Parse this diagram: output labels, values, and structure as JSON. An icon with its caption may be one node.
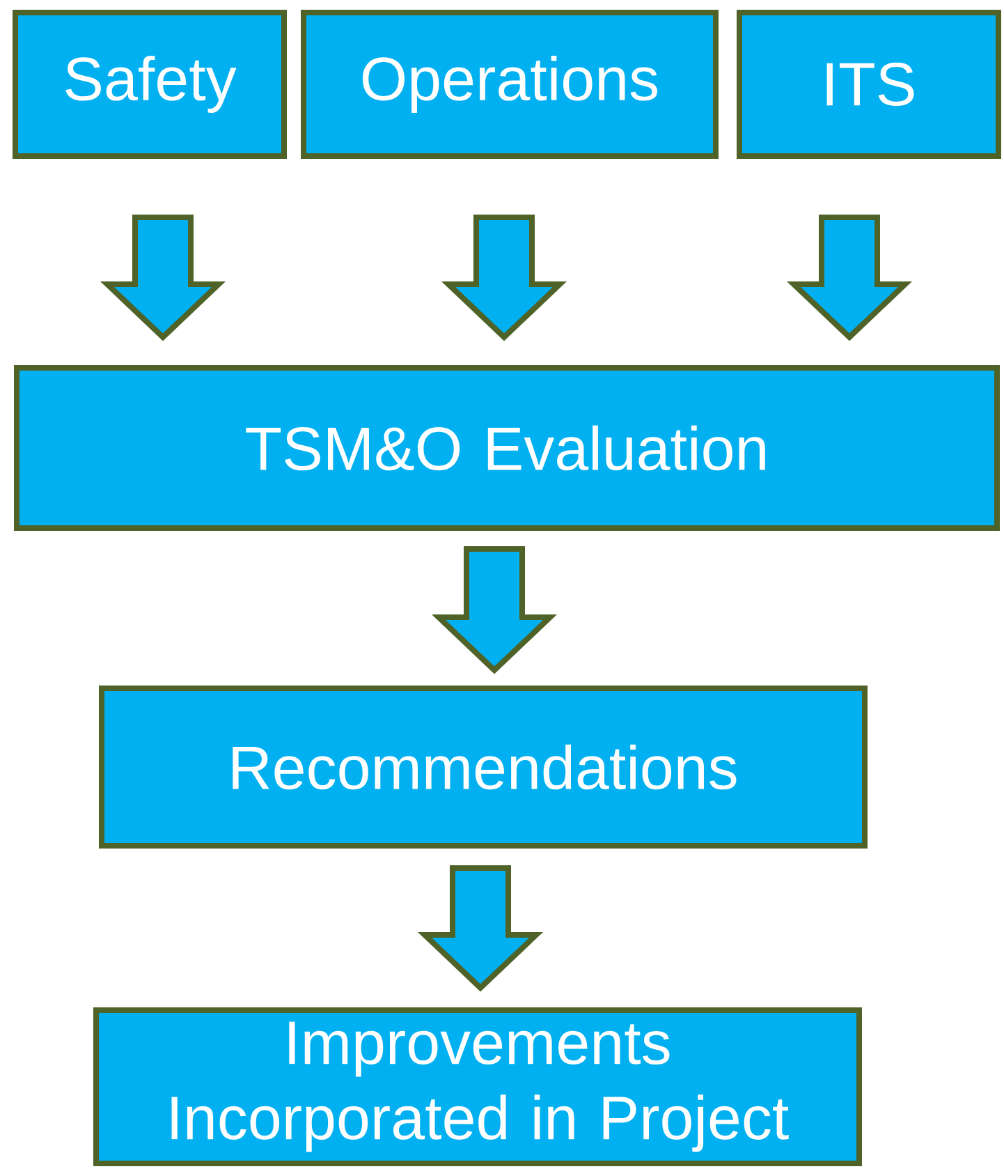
{
  "diagram": {
    "nodes": [
      {
        "text": [
          "Safety"
        ]
      },
      {
        "text": [
          "Operations"
        ]
      },
      {
        "text": [
          "ITS"
        ]
      },
      {
        "text": [
          "TSM&O Evaluation"
        ]
      },
      {
        "text": [
          "Recommendations"
        ]
      },
      {
        "text": [
          "Improvements Incorporated in Project"
        ]
      }
    ],
    "edges": [
      {
        "from": 0,
        "to": 3,
        "arrow": "to"
      },
      {
        "from": 1,
        "to": 3,
        "arrow": "to"
      },
      {
        "from": 2,
        "to": 3,
        "arrow": "to"
      },
      {
        "from": 3,
        "to": 4,
        "arrow": "to"
      },
      {
        "from": 4,
        "to": 5,
        "arrow": "to"
      }
    ]
  }
}
